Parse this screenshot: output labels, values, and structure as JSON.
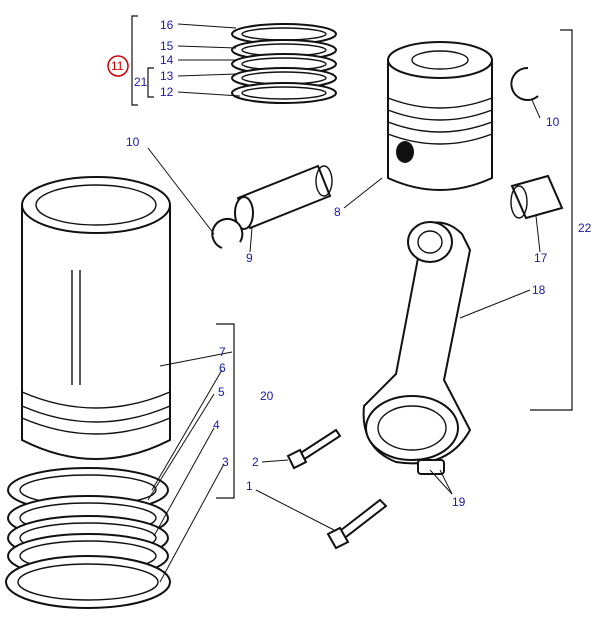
{
  "diagram": {
    "labels": {
      "l16": "16",
      "l15": "15",
      "l14": "14",
      "l13": "13",
      "l12": "12",
      "l21": "21",
      "l11": "11",
      "l10a": "10",
      "l10b": "10",
      "l9": "9",
      "l8": "8",
      "l17": "17",
      "l22": "22",
      "l18": "18",
      "l7": "7",
      "l6": "6",
      "l5": "5",
      "l4": "4",
      "l3": "3",
      "l20": "20",
      "l2": "2",
      "l1": "1",
      "l19": "19"
    },
    "colors": {
      "label_text": "#1a1aa6",
      "highlight_circle": "#cc0000",
      "line_art": "#111111"
    }
  }
}
